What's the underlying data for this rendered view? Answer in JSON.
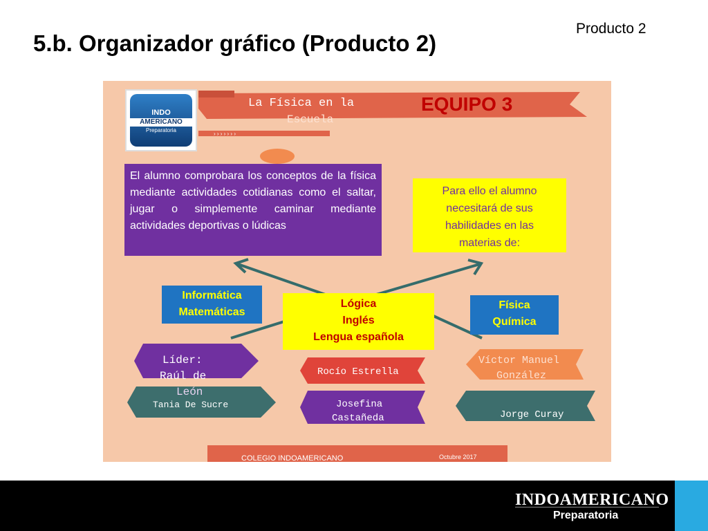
{
  "slide": {
    "title": "5.b. Organizador gráfico (Producto 2)",
    "tag": "Producto 2"
  },
  "poster": {
    "logo": {
      "line1": "INDO",
      "line2": "AMERICANO",
      "line3": "Preparatoria"
    },
    "banner_title_line1": "La Física en la",
    "banner_title_line2": "Escuela",
    "team_label": "EQUIPO 3",
    "objective_text": "El alumno comprobara los conceptos de la física mediante actividades cotidianas como el saltar, jugar o simplemente caminar mediante actividades deportivas o lúdicas",
    "skills_text_lines": [
      "Para ello el alumno",
      "necesitará de sus",
      "habilidades  en las",
      "materias de:"
    ],
    "subjects_left": [
      "Informática",
      "Matemáticas"
    ],
    "subjects_center": [
      "Lógica",
      "Inglés",
      "Lengua española"
    ],
    "subjects_right": [
      "Física",
      "Química"
    ],
    "members": {
      "leader_line1": "Líder:",
      "leader_line2": "Raúl de",
      "leader_line3": "León",
      "member_2": "Rocío Estrella",
      "member_3_line1": "Víctor Manuel",
      "member_3_line2": "González",
      "member_4": "Tania De Sucre",
      "member_5_line1": "Josefina",
      "member_5_line2": "Castañeda",
      "member_6": "Jorge Curay"
    },
    "footer_left": "COLEGIO INDOAMERICANO",
    "footer_right": "Octubre 2017"
  },
  "branding": {
    "name": "INDOAMERICANO",
    "sub": "Preparatoria"
  },
  "colors": {
    "poster_bg": "#f6c8a9",
    "purple": "#7030a0",
    "yellow": "#ffff00",
    "blue": "#1f74c2",
    "red": "#e0644a",
    "teal": "#3d6e6d",
    "orange": "#f28b4f"
  }
}
